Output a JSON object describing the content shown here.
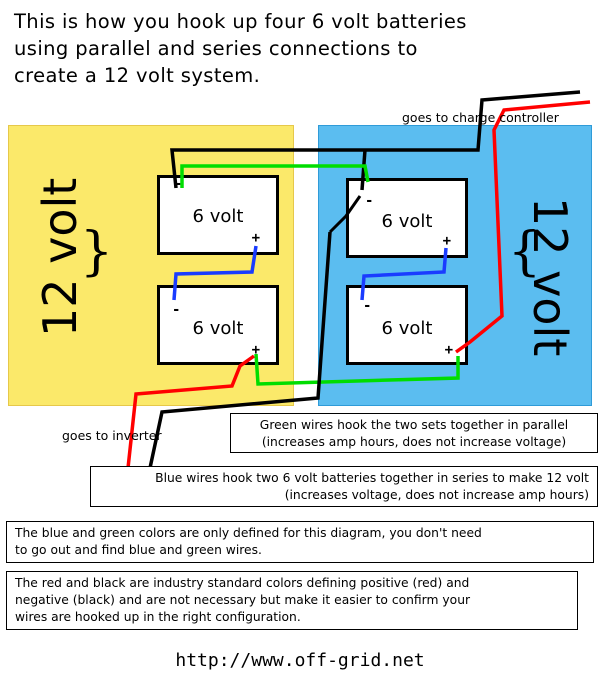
{
  "title": {
    "line1": "This is how you hook up four 6 volt batteries",
    "line2": "using parallel and series connections to",
    "line3": "create a 12 volt system."
  },
  "colors": {
    "panel_left": "#fbe96a",
    "panel_right": "#5bbdf0",
    "wire_red": "#ff0000",
    "wire_black": "#000000",
    "wire_green": "#00dd00",
    "wire_blue": "#1a3cff"
  },
  "side_labels": {
    "left": "12 volt",
    "right": "12 volt"
  },
  "batteries": [
    {
      "label": "6 volt",
      "neg": "-",
      "pos": "+"
    },
    {
      "label": "6 volt",
      "neg": "-",
      "pos": "+"
    },
    {
      "label": "6 volt",
      "neg": "-",
      "pos": "+"
    },
    {
      "label": "6 volt",
      "neg": "-",
      "pos": "+"
    }
  ],
  "wire_labels": {
    "charge_controller": "goes to charge controller",
    "inverter": "goes to inverter"
  },
  "notes": {
    "green_line1": "Green wires hook the two sets together in parallel",
    "green_line2": "(increases amp hours, does not increase voltage)",
    "blue_line1": "Blue wires hook two 6 volt batteries together in series to make 12 volt",
    "blue_line2": "(increases voltage, does not increase amp hours)",
    "colors_line1": "The blue and green colors are only defined for this diagram, you don't need",
    "colors_line2": "to go out and find blue and green wires.",
    "standard_line1": "The red and black are industry standard colors defining positive (red) and",
    "standard_line2": "negative (black) and are not necessary but make it easier to confirm your",
    "standard_line3": "wires are hooked up in the right configuration."
  },
  "footer": {
    "url": "http://www.off-grid.net"
  }
}
